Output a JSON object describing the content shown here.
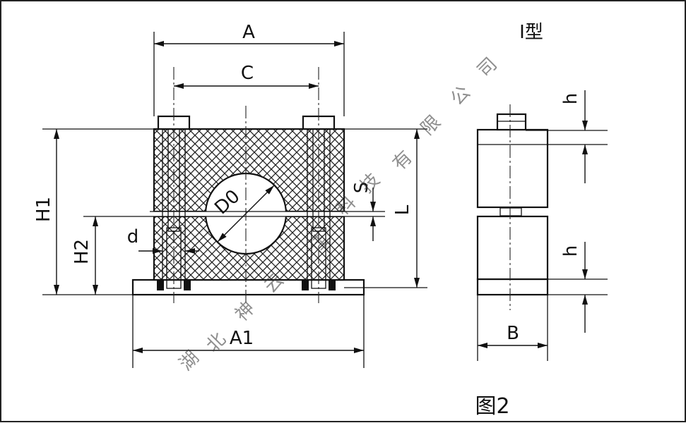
{
  "labels": {
    "A": "A",
    "C": "C",
    "D0": "D0",
    "H1": "H1",
    "H2": "H2",
    "d": "d",
    "S": "S",
    "L": "L",
    "A1": "A1",
    "B": "B",
    "h_top": "h",
    "h_bottom": "h"
  },
  "type_label": "Ⅰ型",
  "caption": "图2",
  "watermark": [
    "湖",
    "北",
    "神",
    "云",
    "佳",
    "科",
    "技",
    "有",
    "限",
    "公",
    "司"
  ]
}
